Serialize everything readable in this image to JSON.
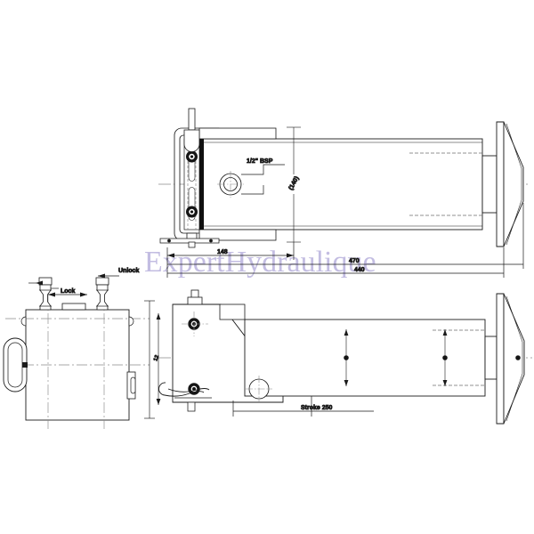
{
  "document": {
    "kind": "technical-drawing",
    "subject": "Hydraulic cylinder assembly drawing",
    "background_color": "#ffffff",
    "line_color": "#1a1a1a",
    "watermark": {
      "text": "ExpertHydraulique",
      "color": "#b9b2dd"
    }
  },
  "annotations": {
    "port_spec": "1/2\" BSP",
    "bore_note": "(140)",
    "dim_148": "148",
    "dim_470": "470",
    "dim_440": "440",
    "dim_vertical": "12",
    "stroke": "Stroke  250",
    "lock": "Lock",
    "unlock": "Unlock"
  },
  "views": {
    "top_view_label": "top-side-view",
    "bottom_view_label": "bottom-plan-view",
    "end_view_label": "left-end-view"
  }
}
